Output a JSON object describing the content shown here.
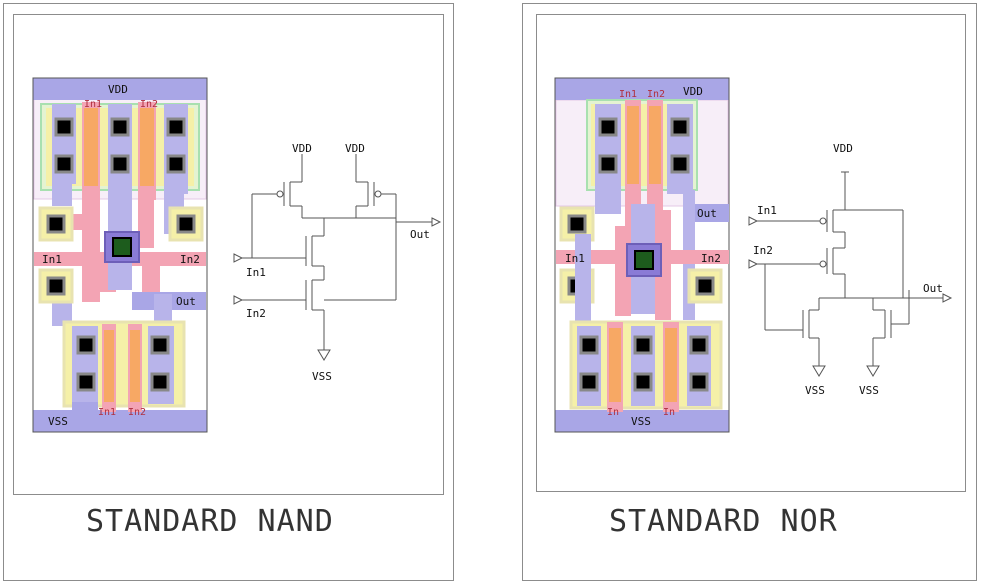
{
  "nand": {
    "caption": "STANDARD NAND",
    "layout": {
      "vdd": "VDD",
      "vss": "VSS",
      "in1": "In1",
      "in2": "In2",
      "out": "Out",
      "poly_top_1": "In1",
      "poly_top_2": "In2",
      "poly_bot_1": "In1",
      "poly_bot_2": "In2"
    },
    "schematic": {
      "vdd_1": "VDD",
      "vdd_2": "VDD",
      "out": "Out",
      "in1": "In1",
      "in2": "In2",
      "vss": "VSS"
    }
  },
  "nor": {
    "caption": "STANDARD NOR",
    "layout": {
      "vdd": "VDD",
      "vss": "VSS",
      "in1": "In1",
      "in2": "In2",
      "out": "Out",
      "poly_top_1": "In1",
      "poly_top_2": "In2",
      "poly_bot_1": "In",
      "poly_bot_2": "In"
    },
    "schematic": {
      "vdd": "VDD",
      "in1": "In1",
      "in2": "In2",
      "out": "Out",
      "vss_1": "VSS",
      "vss_2": "VSS"
    }
  },
  "colors": {
    "metal": "#a9a6e6",
    "poly": "#f3a4b4",
    "active": "#f5f0a8",
    "pselect": "#f7c884",
    "nselect": "#f7c884",
    "via": "#000000",
    "nwell": "#f7eef8",
    "green_border": "#a8e0b0"
  }
}
